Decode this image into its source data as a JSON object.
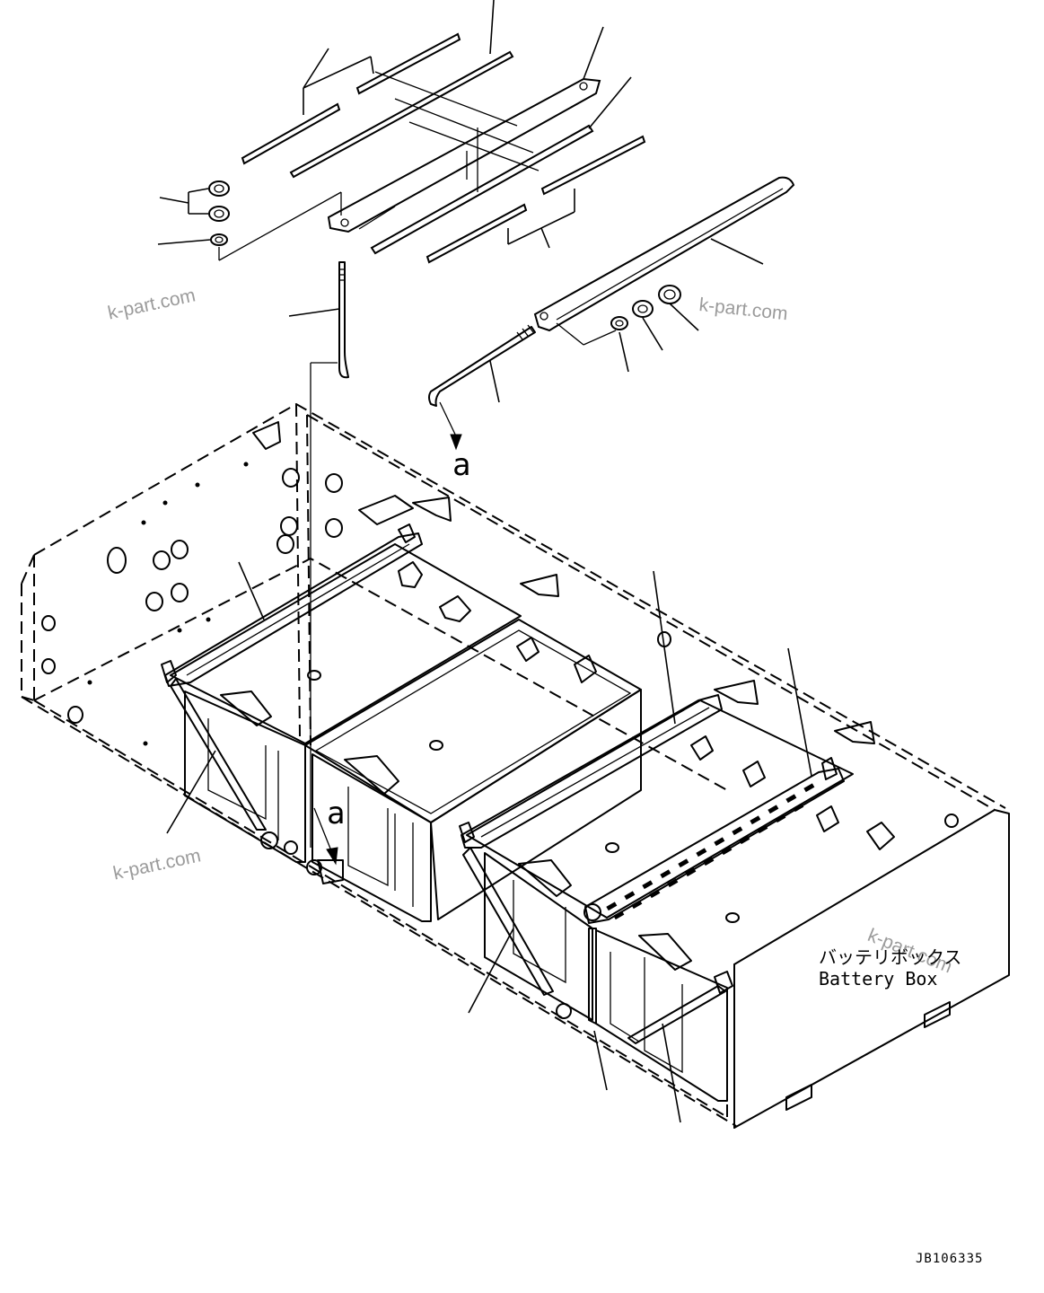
{
  "watermark": {
    "text": "k-part.com"
  },
  "reference_mark": {
    "letter": "a"
  },
  "battery_box": {
    "label_jp": "バッテリボックス",
    "label_en": "Battery Box"
  },
  "drawing_number": "JB106335"
}
